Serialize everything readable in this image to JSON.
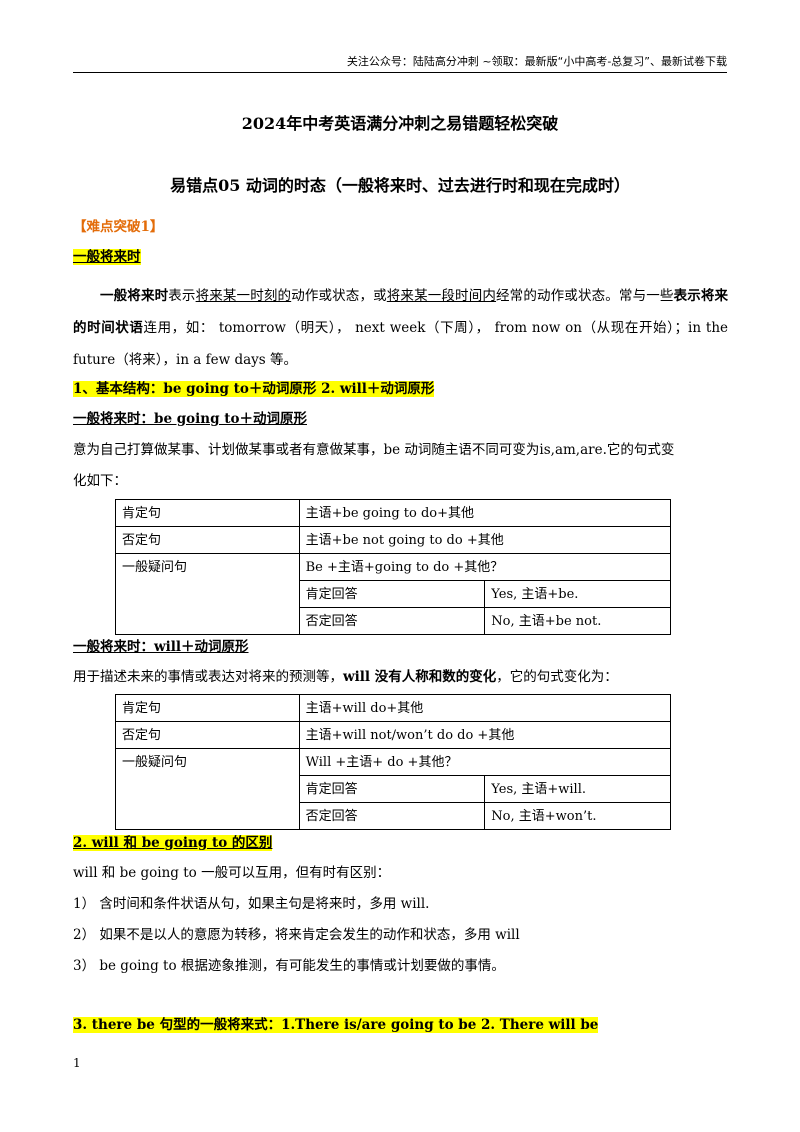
{
  "header": {
    "text": "关注公众号：陆陆高分冲刺 ~领取：最新版“小中高考-总复习”、最新试卷下载"
  },
  "title": "2024年中考英语满分冲刺之易错题轻松突破",
  "subtitle": "易错点05 动词的时态（一般将来时、过去进行时和现在完成时）",
  "section_tag": "【难点突破1】",
  "section_heading": "一般将来时",
  "intro": {
    "b1": "一般将来时",
    "t1": "表示",
    "u1": "将来某一时刻的",
    "t2": "动作或状态，或",
    "u2": "将来某一段时间内",
    "t3": "经常的动作或状态。常与一些",
    "b2": "表示将来的时间状语",
    "t4": "连用，如： tomorrow（明天）， next week（下周）， from now on（从现在开始）；in the future（将来），in a few days 等。"
  },
  "basic_structure": "1、基本结构：be going to＋动词原形 2. will＋动词原形",
  "going_to": {
    "heading": "一般将来时：be going to＋动词原形",
    "desc_line1": "意为自己打算做某事、计划做某事或者有意做某事，be 动词随主语不同可变为is,am,are.它的句式变",
    "desc_line2": "化如下：",
    "rows": {
      "pos_label": "肯定句",
      "pos_val": "主语+be going to do+其他",
      "neg_label": "否定句",
      "neg_val": "主语+be not going to do +其他",
      "q_label": "一般疑问句",
      "q_val": "Be +主语+going to do +其他？",
      "yes_label": "肯定回答",
      "yes_val": "Yes, 主语+be.",
      "no_label": "否定回答",
      "no_val": "No, 主语+be not."
    }
  },
  "will": {
    "heading": "一般将来时：will＋动词原形",
    "desc_a": "用于描述未来的事情或表达对将来的预测等，",
    "desc_b": "will 没有人称和数的变化",
    "desc_c": "，它的句式变化为：",
    "rows": {
      "pos_label": "肯定句",
      "pos_val": "主语+will do+其他",
      "neg_label": "否定句",
      "neg_val": "主语+will not/won’t do do +其他",
      "q_label": "一般疑问句",
      "q_val": "Will +主语+ do +其他？",
      "yes_label": "肯定回答",
      "yes_val": "Yes, 主语+will.",
      "no_label": "否定回答",
      "no_val": "No, 主语+won’t."
    }
  },
  "diff": {
    "heading": "2. will 和 be going to 的区别",
    "line0": "will 和 be going to 一般可以互用，但有时有区别：",
    "line1": "1） 含时间和条件状语从句，如果主句是将来时，多用 will.",
    "line2": "2） 如果不是以人的意愿为转移，将来肯定会发生的动作和状态，多用 will",
    "line3": "3） be going to 根据迹象推测，有可能发生的事情或计划要做的事情。"
  },
  "there_be": "3. there be 句型的一般将来式：1.There is/are going to be 2. There will be",
  "page_number": "1"
}
